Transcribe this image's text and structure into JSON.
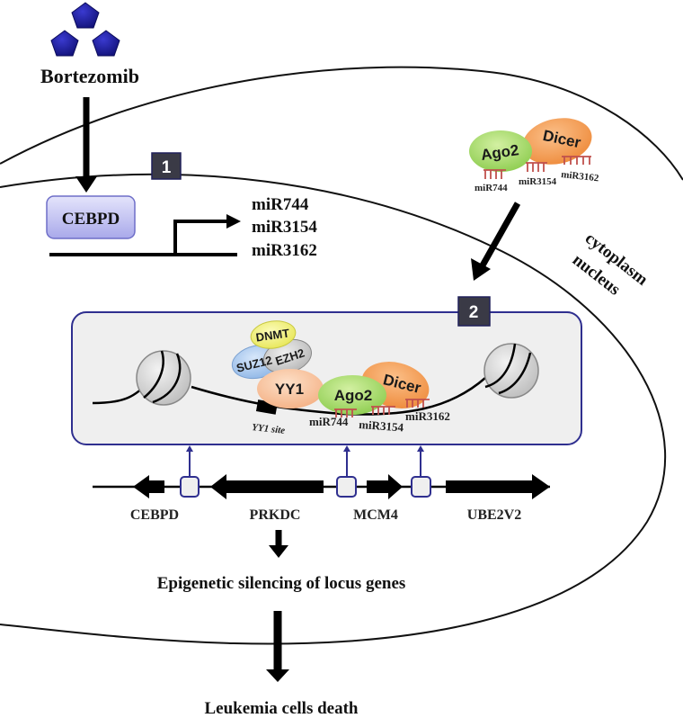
{
  "drug": {
    "name": "Bortezomib",
    "icon": "pentagon-cluster-icon",
    "color": "#1a1a9a"
  },
  "steps": [
    {
      "number": "1"
    },
    {
      "number": "2"
    }
  ],
  "compartments": {
    "cytoplasm": "cytoplasm",
    "nucleus": "nucleus"
  },
  "transcription": {
    "factor": "CEBPD",
    "mirnas": [
      "miR744",
      "miR3154",
      "miR3162"
    ]
  },
  "cytoplasm_complex": {
    "proteins": [
      "Ago2",
      "Dicer"
    ],
    "mirnas": [
      "miR744",
      "miR3154",
      "miR3162"
    ]
  },
  "nuclear_complex": {
    "proteins": [
      "DNMT",
      "SUZ12",
      "EZH2",
      "YY1",
      "Ago2",
      "Dicer"
    ],
    "site_label": "YY1 site",
    "mirnas": [
      "miR744",
      "miR3154",
      "miR3162"
    ]
  },
  "locus_genes": [
    "CEBPD",
    "PRKDC",
    "MCM4",
    "UBE2V2"
  ],
  "outcomes": {
    "silencing": "Epigenetic silencing of locus genes",
    "death": "Leukemia cells death"
  },
  "colors": {
    "step_box": "#3a3a46",
    "nucleus_box_border": "#2f2f8f",
    "nucleus_box_fill": "#efefef",
    "cebpd_fill": "#c9c9f2",
    "ago2": "#a8dc6a",
    "dicer": "#f6a45a",
    "yy1": "#f9c39a",
    "dnmt": "#f1f07a",
    "suz12": "#a9c9ef",
    "ezh2": "#cfcfcf",
    "mirna": "#c0504d"
  }
}
